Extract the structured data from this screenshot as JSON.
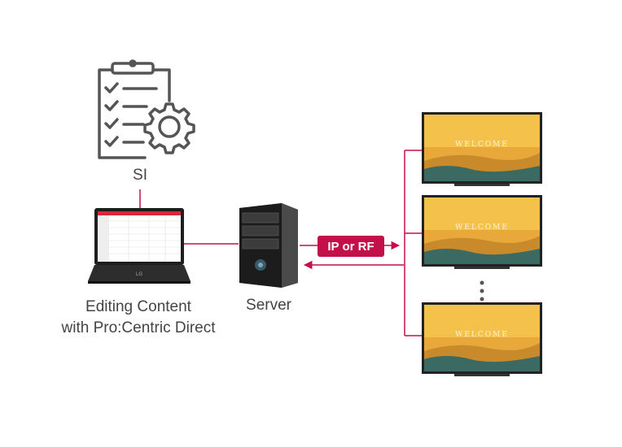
{
  "si": {
    "label": "SI",
    "icon": "clipboard-gear-icon"
  },
  "laptop": {
    "label_line1": "Editing Content",
    "label_line2": "with Pro:Centric Direct",
    "brand": "LG",
    "icon": "laptop-icon"
  },
  "server": {
    "label": "Server",
    "icon": "server-tower-icon"
  },
  "link": {
    "label": "IP or RF",
    "color": "#c4104a"
  },
  "tvs": [
    {
      "screen_text": "WELCOME"
    },
    {
      "screen_text": "WELCOME"
    },
    {
      "screen_text": "WELCOME"
    }
  ],
  "more_indicator": "vertical-ellipsis-icon"
}
